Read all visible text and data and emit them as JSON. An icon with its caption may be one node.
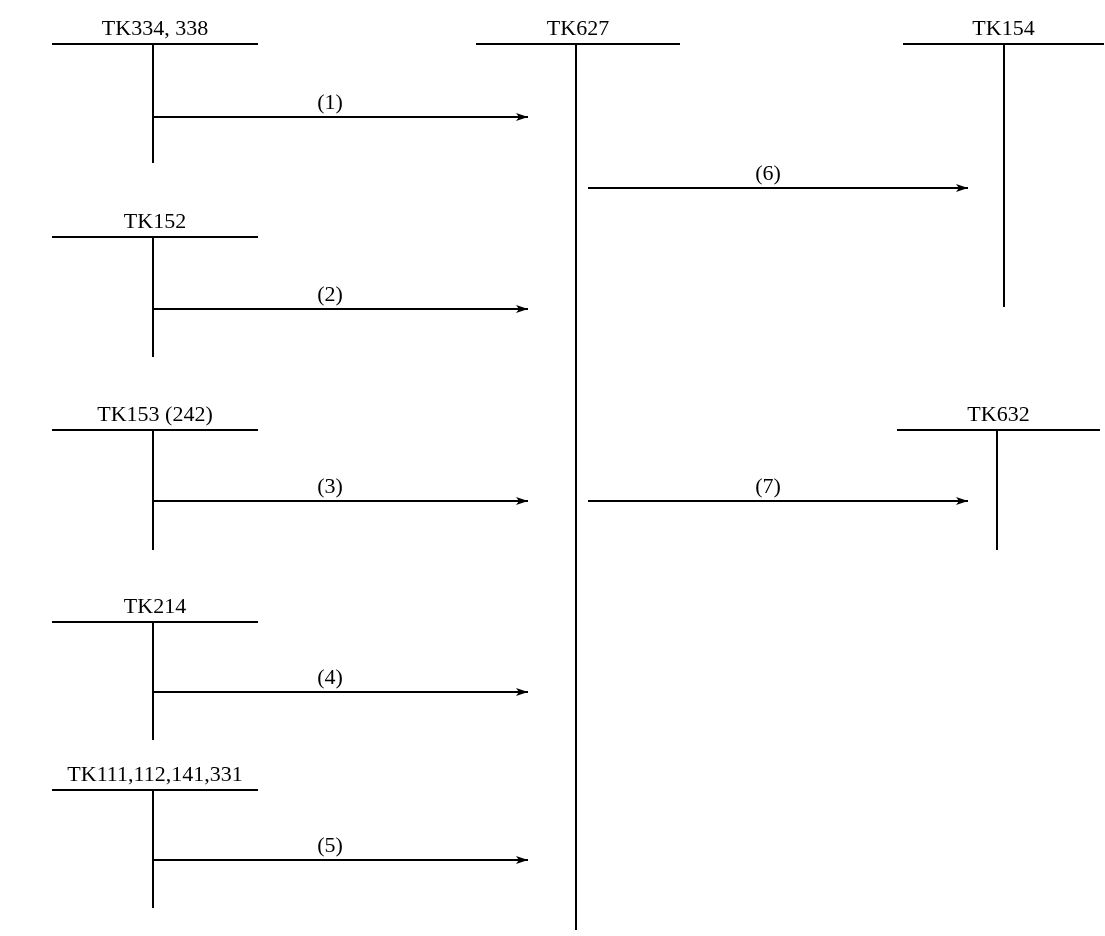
{
  "diagram": {
    "nodes": [
      {
        "text": [
          "TK334, 338"
        ]
      },
      {
        "text": [
          "TK627"
        ]
      },
      {
        "text": [
          "TK154"
        ]
      },
      {
        "text": [
          "TK152"
        ]
      },
      {
        "text": [
          "TK153 (242)"
        ]
      },
      {
        "text": [
          "TK632"
        ]
      },
      {
        "text": [
          "TK214"
        ]
      },
      {
        "text": [
          "TK111,112,141,331"
        ]
      }
    ],
    "edges": [
      {
        "from": 0,
        "to": 1,
        "arrow": "to",
        "label": "(1)"
      },
      {
        "from": 3,
        "to": 1,
        "arrow": "to",
        "label": "(2)"
      },
      {
        "from": 4,
        "to": 1,
        "arrow": "to",
        "label": "(3)"
      },
      {
        "from": 6,
        "to": 1,
        "arrow": "to",
        "label": "(4)"
      },
      {
        "from": 7,
        "to": 1,
        "arrow": "to",
        "label": "(5)"
      },
      {
        "from": 1,
        "to": 2,
        "arrow": "to",
        "label": "(6)"
      },
      {
        "from": 1,
        "to": 5,
        "arrow": "to",
        "label": "(7)"
      }
    ]
  }
}
